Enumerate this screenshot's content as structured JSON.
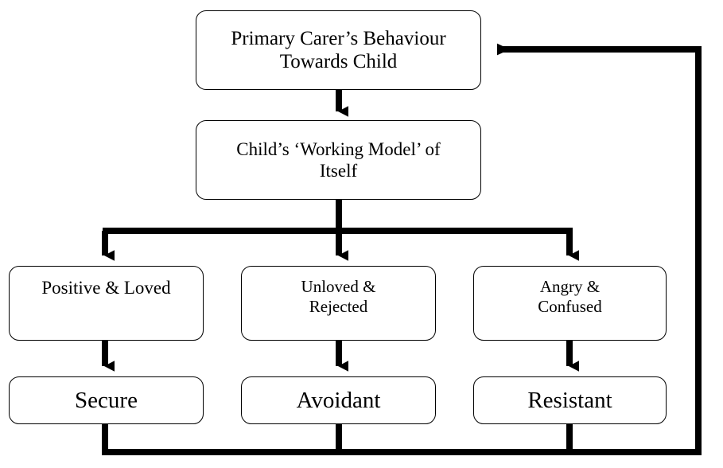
{
  "diagram": {
    "title": "Attachment Styles Flow Diagram",
    "type": "flowchart",
    "background_color": "#ffffff",
    "line_color": "#000000",
    "text_color": "#000000"
  },
  "nodes": {
    "carer": {
      "label": "Primary Carer’s Behaviour\nTowards Child"
    },
    "working_model": {
      "label": "Child’s ‘Working Model’ of\nItself"
    },
    "positive": {
      "label": "Positive & Loved"
    },
    "unloved": {
      "label": "Unloved &\nRejected"
    },
    "angry": {
      "label": "Angry &\nConfused"
    },
    "secure": {
      "label": "Secure"
    },
    "avoidant": {
      "label": "Avoidant"
    },
    "resistant": {
      "label": "Resistant"
    }
  },
  "connectors": [
    {
      "name": "carer-to-working-model",
      "from": "carer",
      "to": "working_model",
      "arrow": true
    },
    {
      "name": "working-model-branch-left",
      "from": "working_model",
      "to": "positive",
      "arrow": true
    },
    {
      "name": "working-model-branch-middle",
      "from": "working_model",
      "to": "unloved",
      "arrow": true
    },
    {
      "name": "working-model-branch-right",
      "from": "working_model",
      "to": "angry",
      "arrow": true
    },
    {
      "name": "positive-to-secure",
      "from": "positive",
      "to": "secure",
      "arrow": true
    },
    {
      "name": "unloved-to-avoidant",
      "from": "unloved",
      "to": "avoidant",
      "arrow": true
    },
    {
      "name": "angry-to-resistant",
      "from": "angry",
      "to": "resistant",
      "arrow": true
    },
    {
      "name": "feedback-loop-to-carer",
      "from": "outcomes",
      "to": "carer",
      "arrow": true
    }
  ]
}
